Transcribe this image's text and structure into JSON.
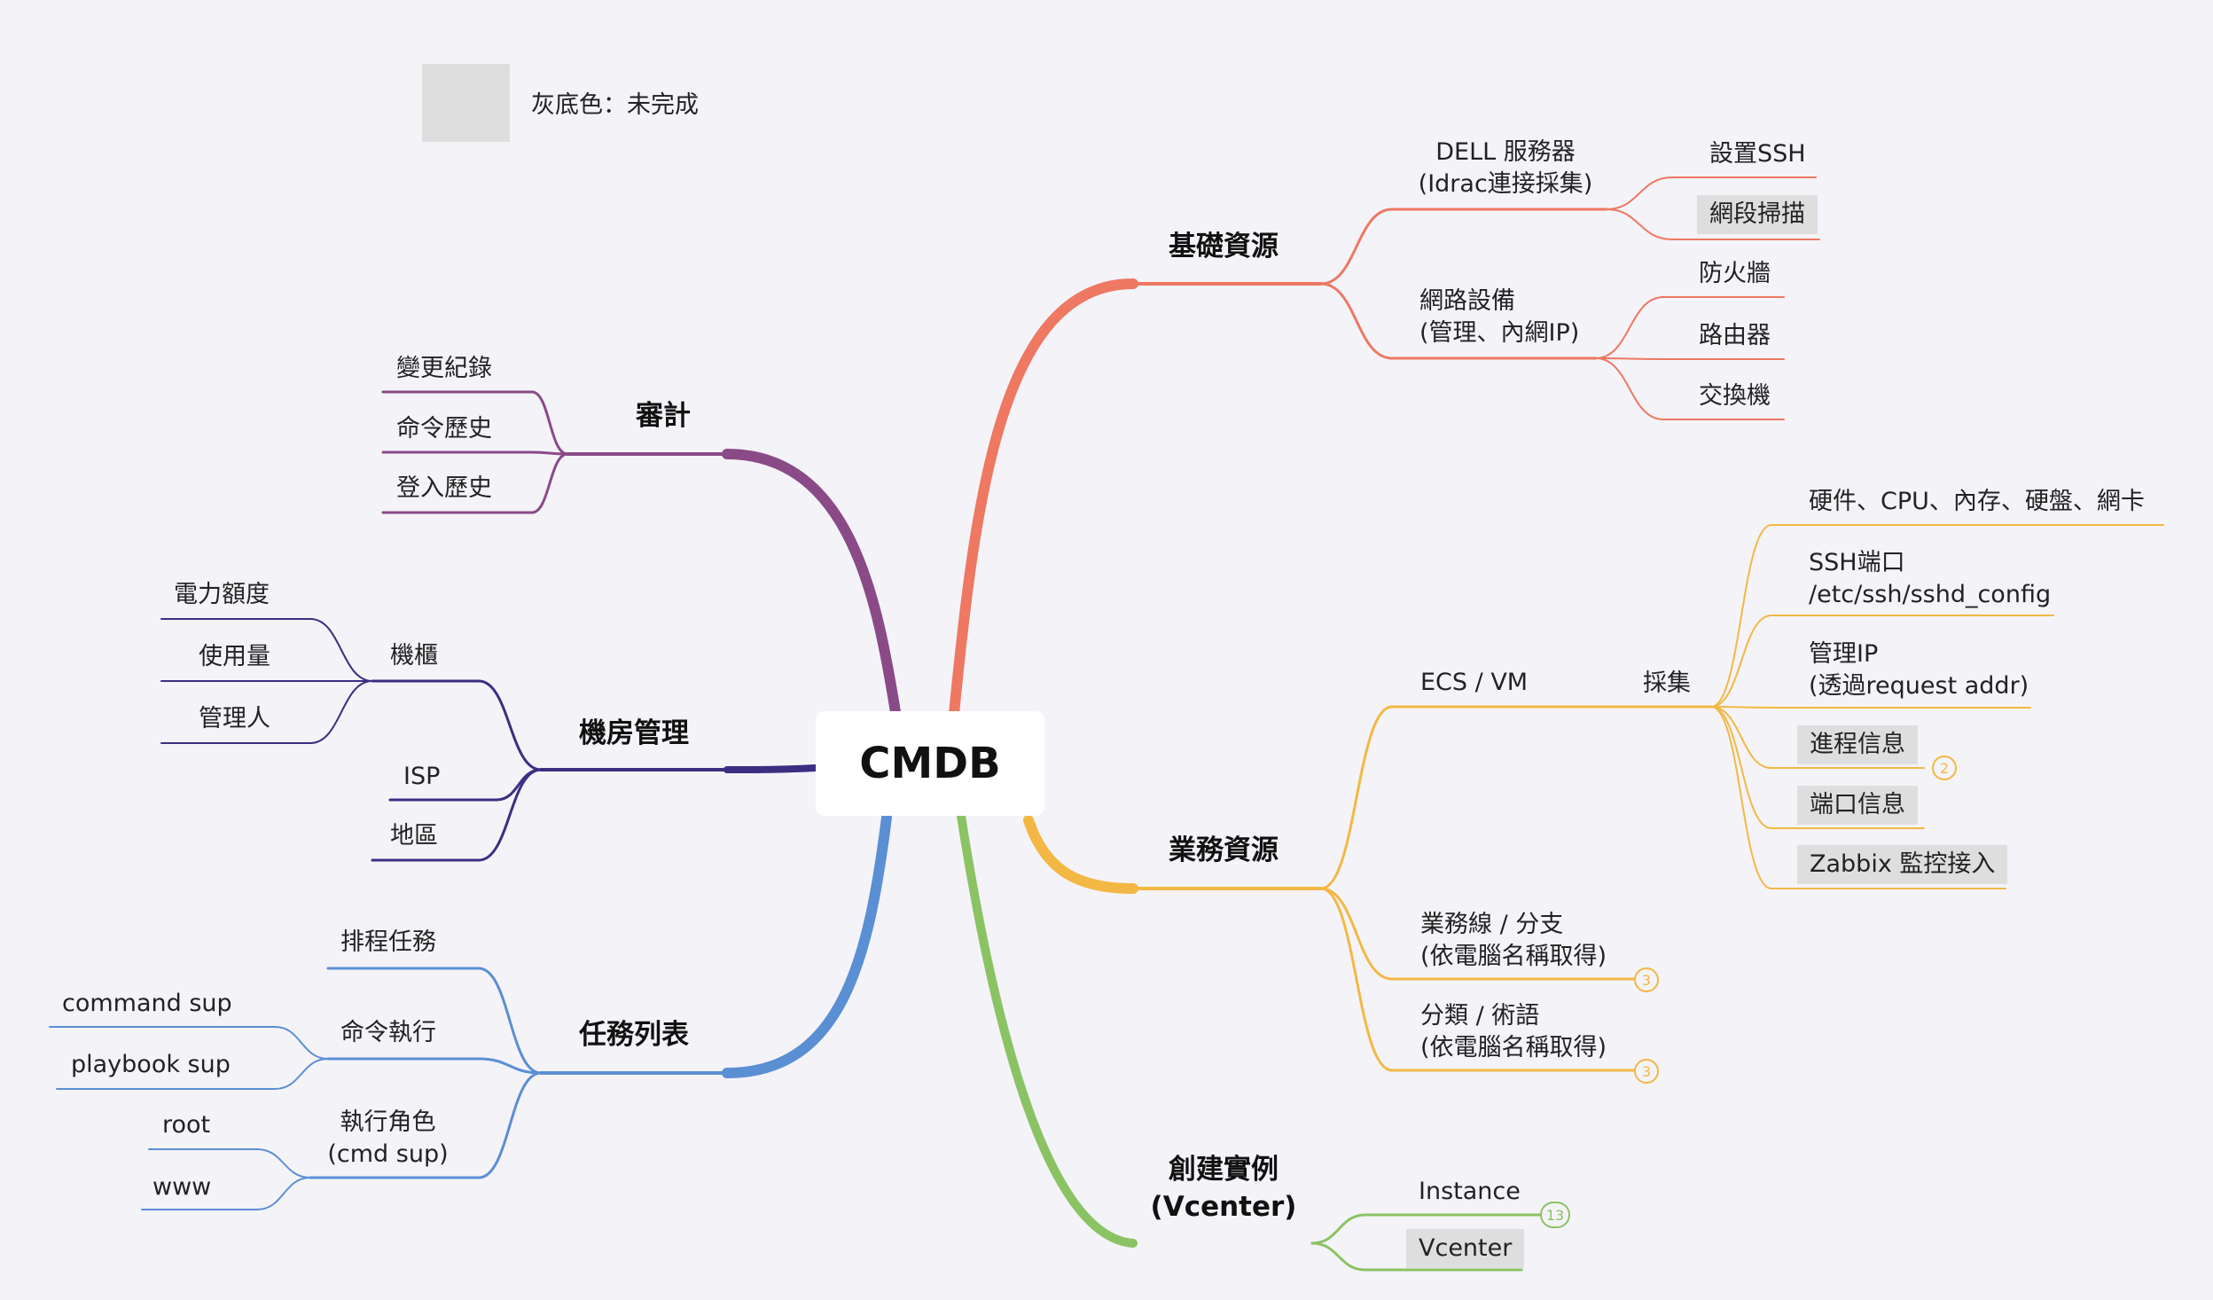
{
  "legend": {
    "text": "灰底色：未完成"
  },
  "root": {
    "label": "CMDB"
  },
  "colors": {
    "infra": "#ee7862",
    "business": "#f3b844",
    "instance": "#8bc364",
    "audit": "#8a4a87",
    "datacenter": "#3b2f82",
    "tasks": "#5b8fd4",
    "gray_fill": "#dedede",
    "background": "#f4f3f8"
  },
  "infra": {
    "label": "基礎資源",
    "dell": {
      "line1": "DELL 服務器",
      "line2": "(Idrac連接採集)"
    },
    "dell_children": [
      "設置SSH",
      "網段掃描"
    ],
    "network": {
      "line1": "網路設備",
      "line2": "(管理、內網IP)"
    },
    "network_children": [
      "防火牆",
      "路由器",
      "交換機"
    ]
  },
  "business": {
    "label": "業務資源",
    "ecs": "ECS / VM",
    "collect": "採集",
    "collect_children": {
      "hardware": "硬件、CPU、內存、硬盤、網卡",
      "ssh_line1": "SSH端口",
      "ssh_line2": "/etc/ssh/sshd_config",
      "mgmt_line1": "管理IP",
      "mgmt_line2": "(透過request addr)",
      "process": "進程信息",
      "process_count": "2",
      "port": "端口信息",
      "zabbix": "Zabbix 監控接入"
    },
    "bizline": {
      "line1": "業務線 / 分支",
      "line2": "(依電腦名稱取得)",
      "count": "3"
    },
    "category": {
      "line1": "分類 / 術語",
      "line2": "(依電腦名稱取得)",
      "count": "3"
    }
  },
  "instance": {
    "line1": "創建實例",
    "line2": "(Vcenter)",
    "child_instance": "Instance",
    "child_instance_count": "13",
    "child_vcenter": "Vcenter"
  },
  "audit": {
    "label": "審計",
    "children": [
      "變更紀錄",
      "命令歷史",
      "登入歷史"
    ]
  },
  "datacenter": {
    "label": "機房管理",
    "rack": "機櫃",
    "rack_children": [
      "電力額度",
      "使用量",
      "管理人"
    ],
    "isp": "ISP",
    "region": "地區"
  },
  "tasks": {
    "label": "任務列表",
    "schedule": "排程任務",
    "command": "命令執行",
    "command_children": [
      "command sup",
      "playbook sup"
    ],
    "role_line1": "執行角色",
    "role_line2": "(cmd sup)",
    "role_children": [
      "root",
      "www"
    ]
  }
}
